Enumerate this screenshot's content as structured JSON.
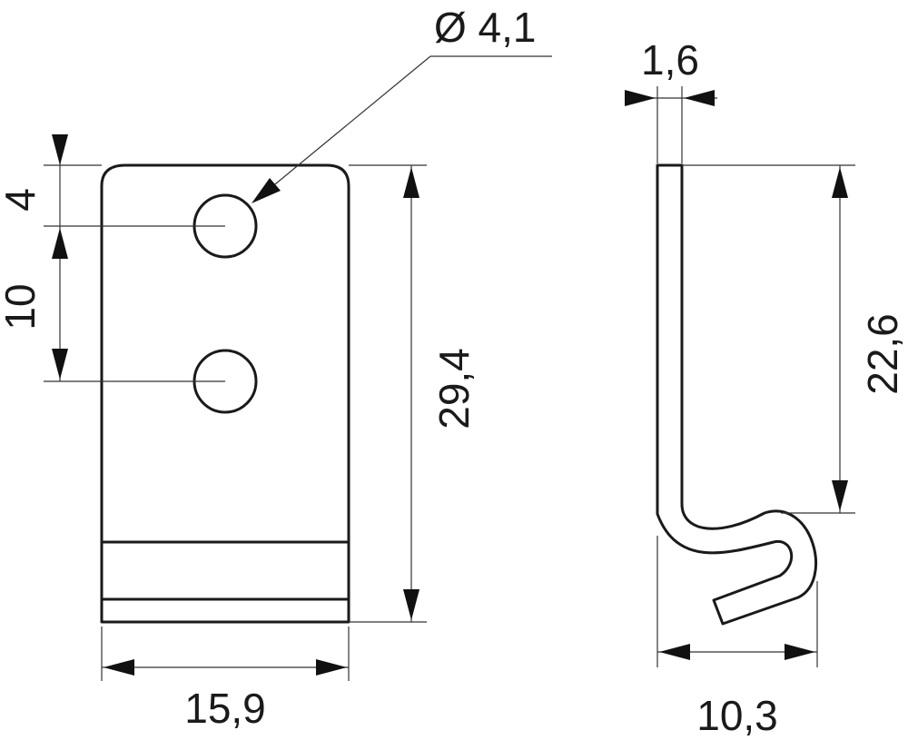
{
  "front_view": {
    "hole_diameter": "Ø 4,1",
    "top_to_first_hole": "4",
    "hole_spacing": "10",
    "total_height": "29,4",
    "width": "15,9"
  },
  "side_view": {
    "thickness": "1,6",
    "straight_height": "22,6",
    "total_depth": "10,3"
  },
  "colors": {
    "line": "#1a1a1a",
    "dimension_line": "#333333",
    "background": "#ffffff"
  }
}
